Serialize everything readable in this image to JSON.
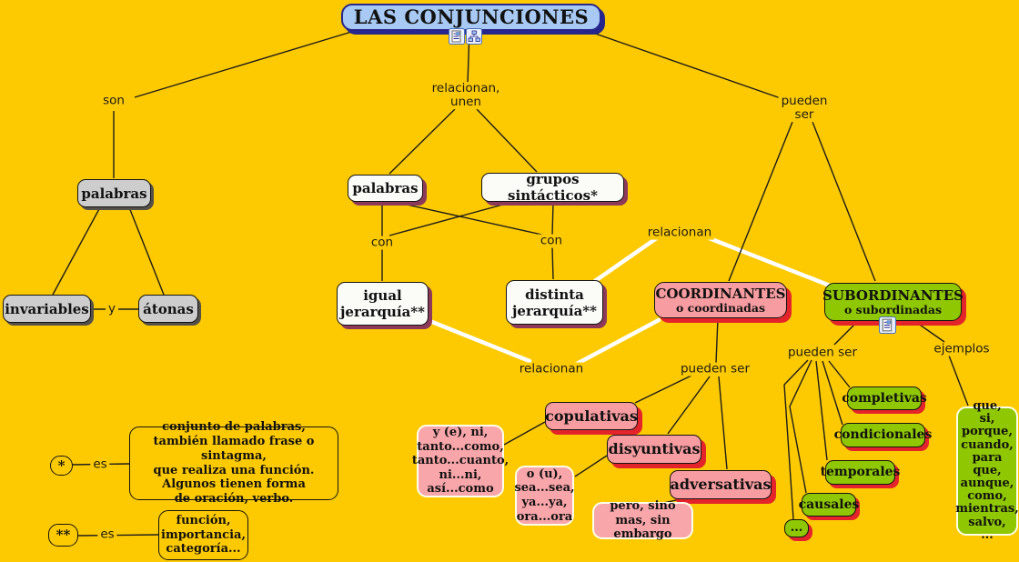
{
  "colors": {
    "background": "#FDCA01",
    "title_fill": "#A8C9F4",
    "title_border": "#26268C",
    "gray_fill": "#CDCDCD",
    "white_fill": "#FBFBF8",
    "white_shadow": "#8D3A5A",
    "pink_fill": "#F79CA0",
    "green_fill": "#8FC702",
    "red_shadow": "#E3242B"
  },
  "title": {
    "text": "LAS CONJUNCIONES"
  },
  "icons": {
    "title_left": "document-resource-icon",
    "title_right": "tree-resource-icon",
    "subordinantes": "document-resource-icon"
  },
  "nodes": {
    "palabras_gris": {
      "text": "palabras"
    },
    "invariables": {
      "text": "invariables"
    },
    "atonas": {
      "text": "átonas"
    },
    "palabras_blanco": {
      "text": "palabras"
    },
    "grupos": {
      "text": "grupos sintácticos*"
    },
    "igual": {
      "lines": [
        "igual",
        "jerarquía**"
      ]
    },
    "distinta": {
      "lines": [
        "distinta",
        "jerarquía**"
      ]
    },
    "coordinantes": {
      "title": "COORDINANTES",
      "subtitle": "o coordinadas"
    },
    "subordinantes": {
      "title": "SUBORDINANTES",
      "subtitle": "o subordinadas"
    },
    "copulativas": {
      "text": "copulativas"
    },
    "disyuntivas": {
      "text": "disyuntivas"
    },
    "adversativas": {
      "text": "adversativas"
    },
    "ej_copulativas": {
      "lines": [
        "y (e), ni,",
        "tanto...como,",
        "tanto...cuanto,",
        "ni...ni,",
        "así...como"
      ]
    },
    "ej_disyuntivas": {
      "lines": [
        "o (u),",
        "sea...sea,",
        "ya...ya,",
        "ora...ora"
      ]
    },
    "ej_adversativas": {
      "lines": [
        "pero, sino",
        "mas, sin embargo"
      ]
    },
    "completivas": {
      "text": "completivas"
    },
    "condicionales": {
      "text": "condicionales"
    },
    "temporales": {
      "text": "temporales"
    },
    "causales": {
      "text": "causales"
    },
    "etcetera": {
      "text": "..."
    },
    "ej_subordinantes": {
      "lines": [
        "que,",
        "si,",
        "porque,",
        "cuando,",
        "para que,",
        "aunque,",
        "como,",
        "mientras,",
        "salvo,",
        "..."
      ]
    }
  },
  "labels": {
    "son": "son",
    "relacionan_unen": [
      "relacionan,",
      "unen"
    ],
    "pueden_ser_top": [
      "pueden",
      "ser"
    ],
    "con_izq": "con",
    "con_der": "con",
    "relacionan_izq": "relacionan",
    "relacionan_der": "relacionan",
    "pueden_ser_coord": "pueden ser",
    "pueden_ser_sub": "pueden ser",
    "ejemplos": "ejemplos",
    "y": "y"
  },
  "legend": {
    "star1": "*",
    "es1": "es",
    "def1": [
      "conjunto de palabras,",
      "también llamado frase o sintagma,",
      "que realiza una función.",
      "Algunos tienen forma",
      "de oración, verbo."
    ],
    "star2": "**",
    "es2": "es",
    "def2": [
      "función,",
      "importancia,",
      "categoría..."
    ]
  }
}
